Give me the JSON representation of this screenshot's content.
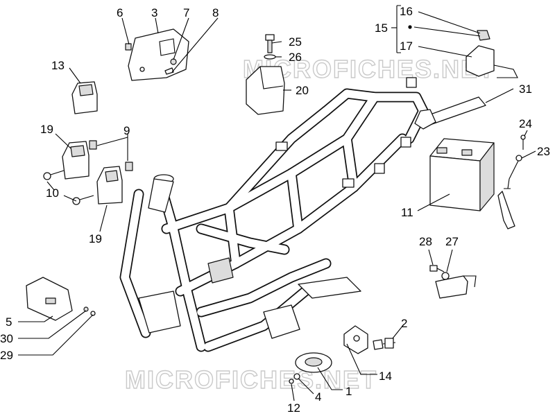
{
  "watermark": {
    "top": "MICROFICHES.NET",
    "bottom": "MICROFICHES.NET"
  },
  "callouts": {
    "c1": "1",
    "c2": "2",
    "c3": "3",
    "c4": "4",
    "c5": "5",
    "c6": "6",
    "c7": "7",
    "c8": "8",
    "c9": "9",
    "c10": "10",
    "c11": "11",
    "c12": "12",
    "c13": "13",
    "c14": "14",
    "c15": "15",
    "c16": "16",
    "c17": "17",
    "c19a": "19",
    "c19b": "19",
    "c20": "20",
    "c23": "23",
    "c24": "24",
    "c25": "25",
    "c26": "26",
    "c27": "27",
    "c28": "28",
    "c29": "29",
    "c30": "30",
    "c31": "31"
  },
  "colors": {
    "line": "#000000",
    "watermark": "#c9c9c9",
    "background": "#ffffff"
  }
}
